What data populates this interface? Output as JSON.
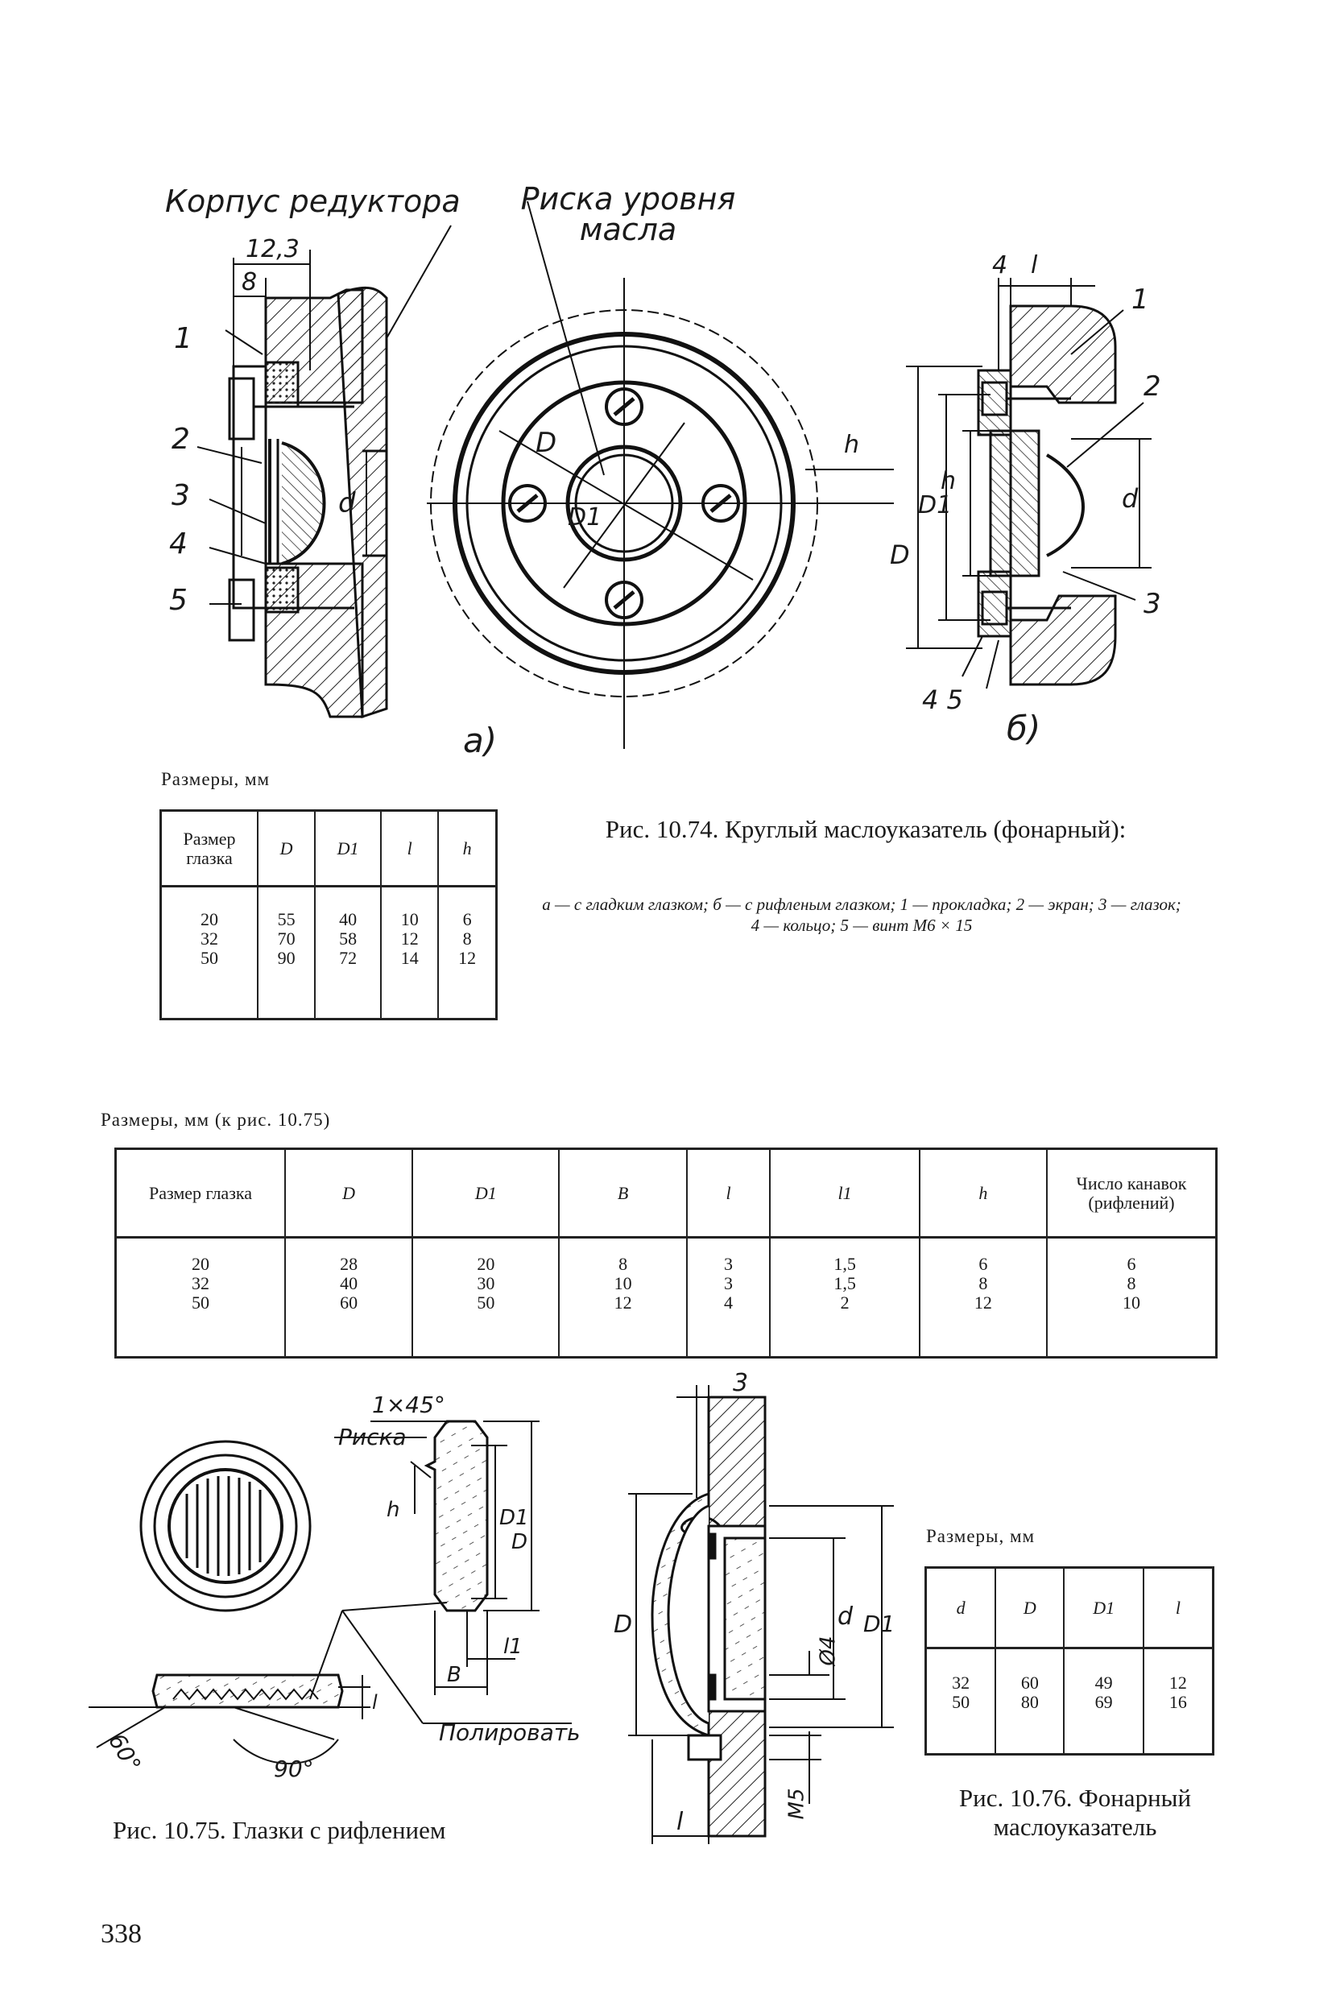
{
  "fig74": {
    "labels": {
      "housing": "Корпус редуктора",
      "oil_mark": "Риска уровня масла",
      "dim_12_3": "12,3",
      "dim_8": "8",
      "n1": "1",
      "n2": "2",
      "n3": "3",
      "n4": "4",
      "n5": "5",
      "d": "d",
      "D": "D",
      "D1": "D1",
      "h": "h",
      "l": "l",
      "dim_4": "4",
      "b_n1": "1",
      "b_n2": "2",
      "b_n3": "3",
      "b_n45": "4 5",
      "sub_a": "а)",
      "sub_b": "б)"
    },
    "table_title": "Размеры, мм",
    "table": {
      "headers": [
        "Размер глазка",
        "D",
        "D1",
        "l",
        "h"
      ],
      "rows": [
        [
          "20",
          "55",
          "40",
          "10",
          "6"
        ],
        [
          "32",
          "70",
          "58",
          "12",
          "8"
        ],
        [
          "50",
          "90",
          "72",
          "14",
          "12"
        ]
      ]
    },
    "caption": "Рис. 10.74. Круглый маслоуказатель (фонарный):",
    "legend": "а — с гладким глазком; б — с рифленым глазком; 1 — прокладка; 2 — экран; 3 — глазок; 4 — кольцо; 5 — винт М6 × 15"
  },
  "fig75": {
    "table_title": "Размеры, мм (к рис. 10.75)",
    "table": {
      "headers": [
        "Размер глазка",
        "D",
        "D1",
        "B",
        "l",
        "l1",
        "h",
        "Число канавок (рифлений)"
      ],
      "rows": [
        [
          "20",
          "28",
          "20",
          "8",
          "3",
          "1,5",
          "6",
          "6"
        ],
        [
          "32",
          "40",
          "30",
          "10",
          "3",
          "1,5",
          "8",
          "8"
        ],
        [
          "50",
          "60",
          "50",
          "12",
          "4",
          "2",
          "12",
          "10"
        ]
      ]
    },
    "labels": {
      "chamfer": "1×45°",
      "mark": "Риска",
      "polish": "Полировать",
      "angle60": "60°",
      "angle90": "90°",
      "h": "h",
      "D1": "D1",
      "D": "D",
      "l1": "l1",
      "B": "B",
      "l": "l"
    },
    "caption": "Рис. 10.75. Глазки с рифлением"
  },
  "fig76": {
    "labels": {
      "dim3": "3",
      "d": "d",
      "D": "D",
      "D1": "D1",
      "phi4": "Ø4",
      "m5": "M5",
      "l": "l"
    },
    "table_title": "Размеры, мм",
    "table": {
      "headers": [
        "d",
        "D",
        "D1",
        "l"
      ],
      "rows": [
        [
          "32",
          "60",
          "49",
          "12"
        ],
        [
          "50",
          "80",
          "69",
          "16"
        ]
      ]
    },
    "caption": "Рис. 10.76. Фонарный маслоуказатель"
  },
  "page_number": "338"
}
